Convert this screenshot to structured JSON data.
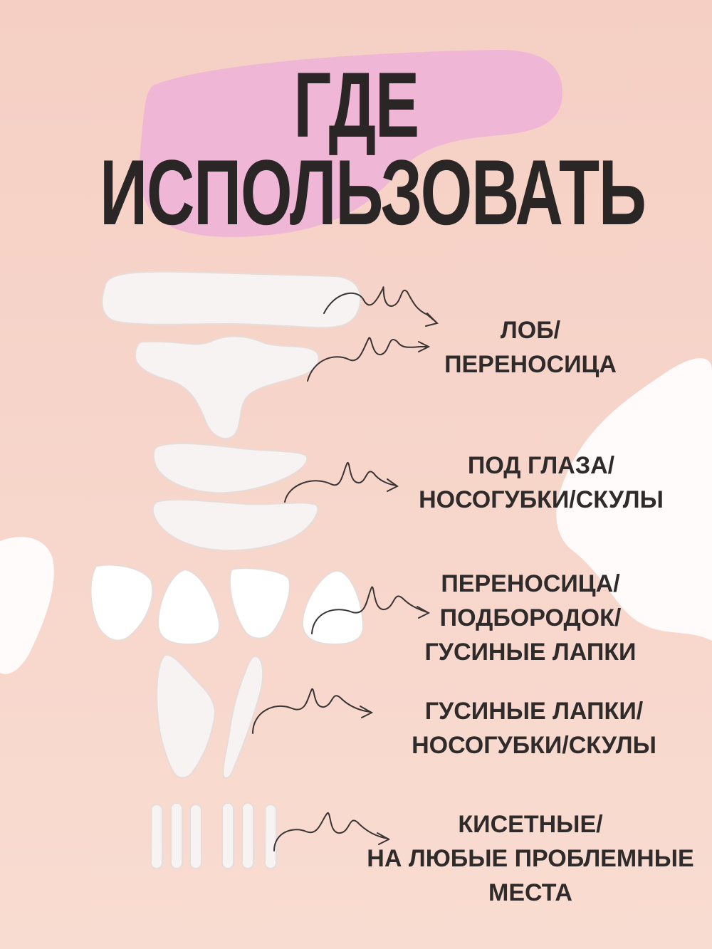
{
  "colors": {
    "background": "#f6d2c6",
    "highlight": "#efb6d6",
    "patch": "#f7f3f2",
    "text": "#2f2b2b",
    "title": "#2a2626"
  },
  "title": {
    "line1": "ГДЕ",
    "line2": "ИСПОЛЬЗОВАТЬ"
  },
  "labels": [
    {
      "lines": [
        "ЛОБ/",
        "ПЕРЕНОСИЦА"
      ]
    },
    {
      "lines": [
        "ПОД ГЛАЗА/",
        "НОСОГУБКИ/СКУЛЫ"
      ]
    },
    {
      "lines": [
        "ПЕРЕНОСИЦА/",
        "ПОДБОРОДОК/",
        "ГУСИНЫЕ ЛАПКИ"
      ]
    },
    {
      "lines": [
        "ГУСИНЫЕ ЛАПКИ/",
        "НОСОГУБКИ/СКУЛЫ"
      ]
    },
    {
      "lines": [
        "КИСЕТНЫЕ/",
        "НА ЛЮБЫЕ ПРОБЛЕМНЫЕ",
        "МЕСТА"
      ]
    }
  ],
  "icons": [
    "squiggle-arrow-icon"
  ]
}
